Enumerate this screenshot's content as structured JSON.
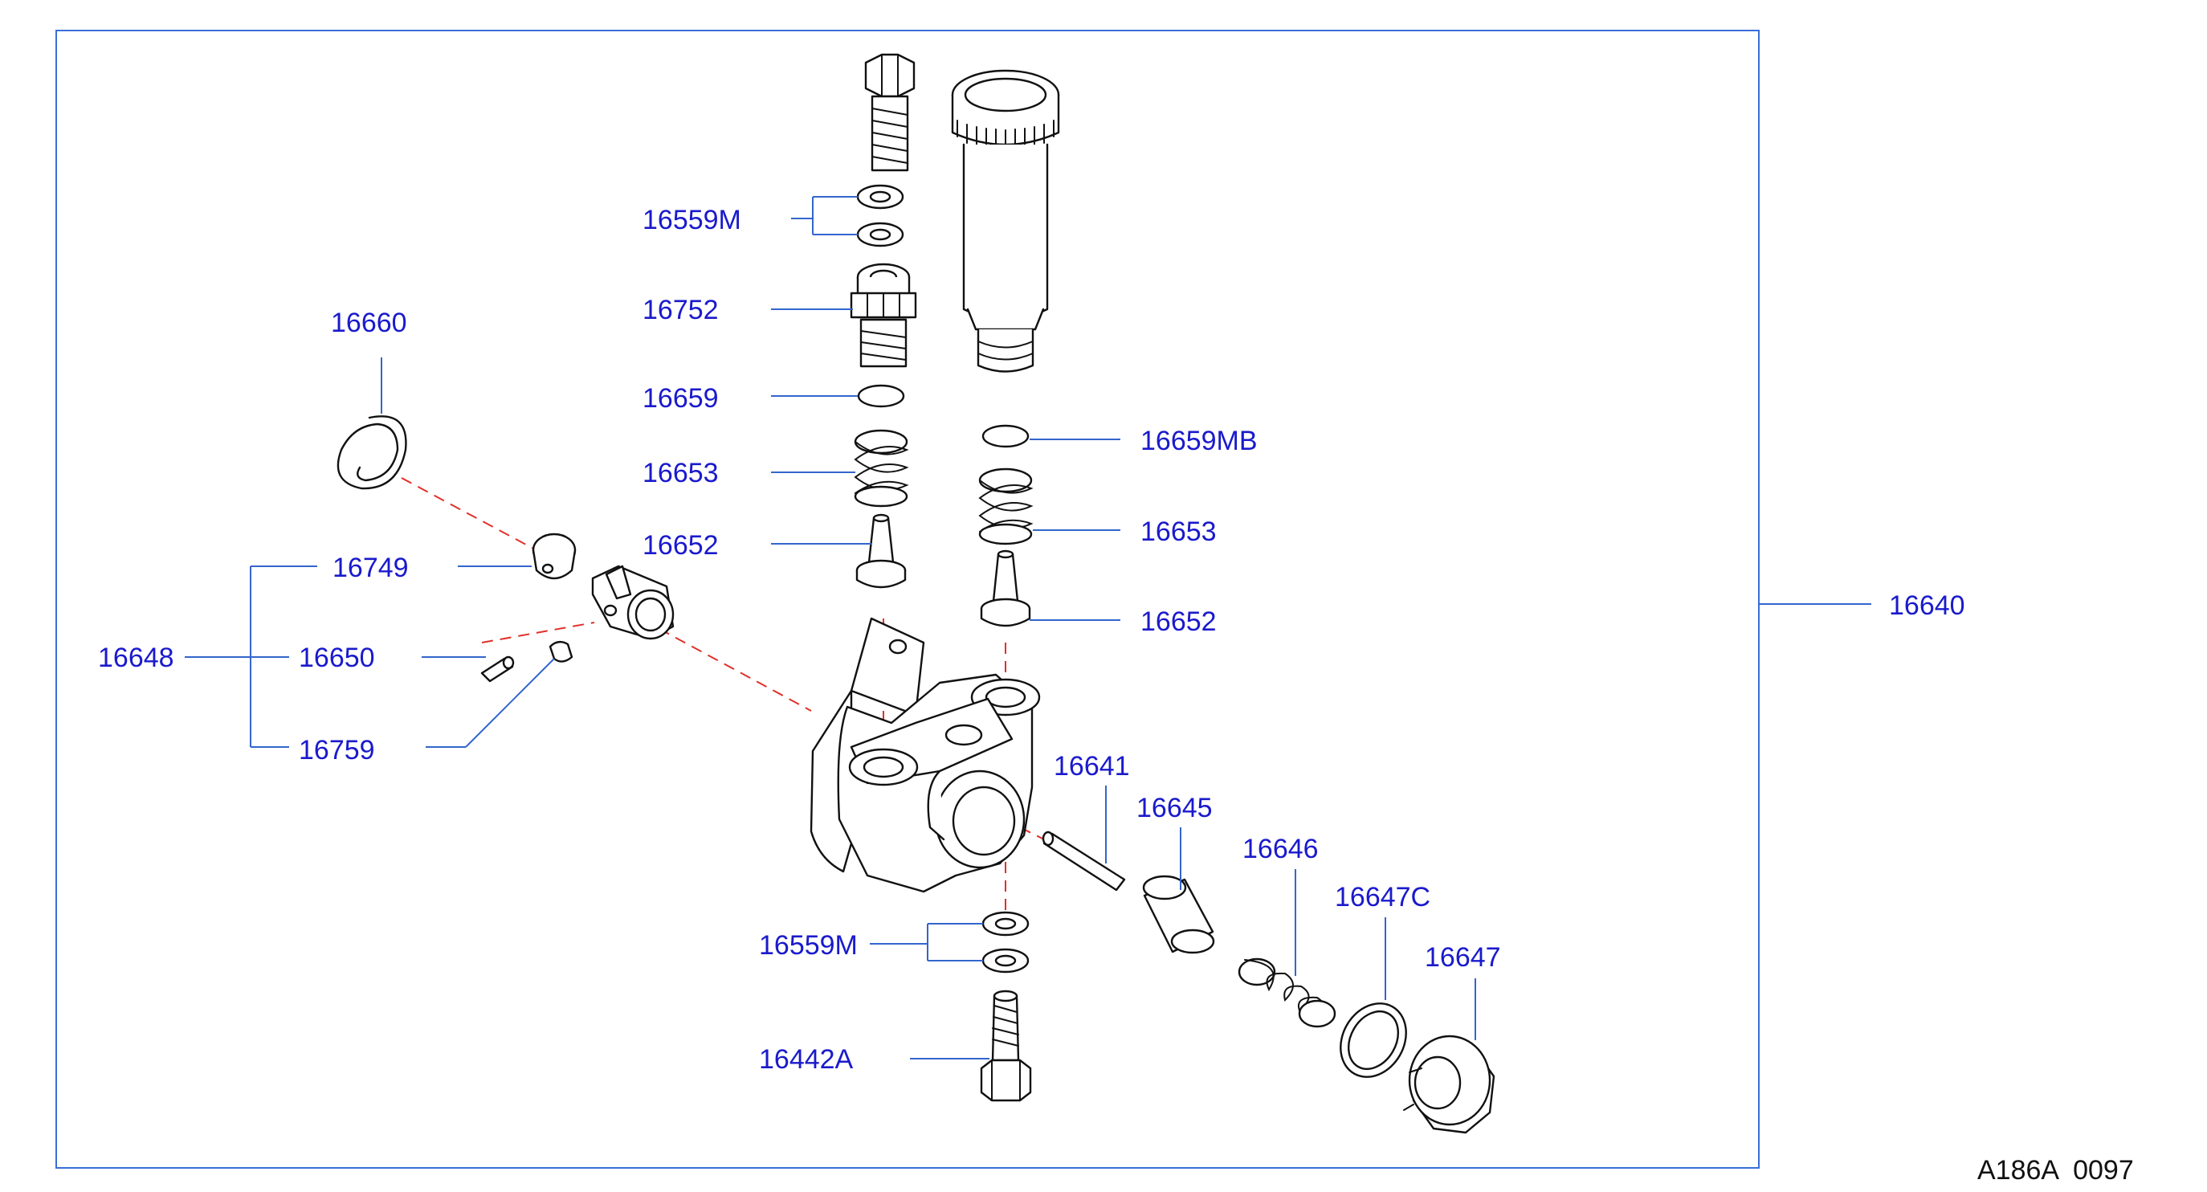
{
  "diagram": {
    "code": "A186A  0097",
    "labels": {
      "l16559m_top": "16559M",
      "l16752": "16752",
      "l16659": "16659",
      "l16653_left": "16653",
      "l16652_left": "16652",
      "l16659mb": "16659MB",
      "l16653_right": "16653",
      "l16652_right": "16652",
      "l16640": "16640",
      "l16660": "16660",
      "l16749": "16749",
      "l16648": "16648",
      "l16650": "16650",
      "l16759": "16759",
      "l16641": "16641",
      "l16645": "16645",
      "l16646": "16646",
      "l16647c": "16647C",
      "l16647": "16647",
      "l16559m_bottom": "16559M",
      "l16442a": "16442A"
    }
  }
}
